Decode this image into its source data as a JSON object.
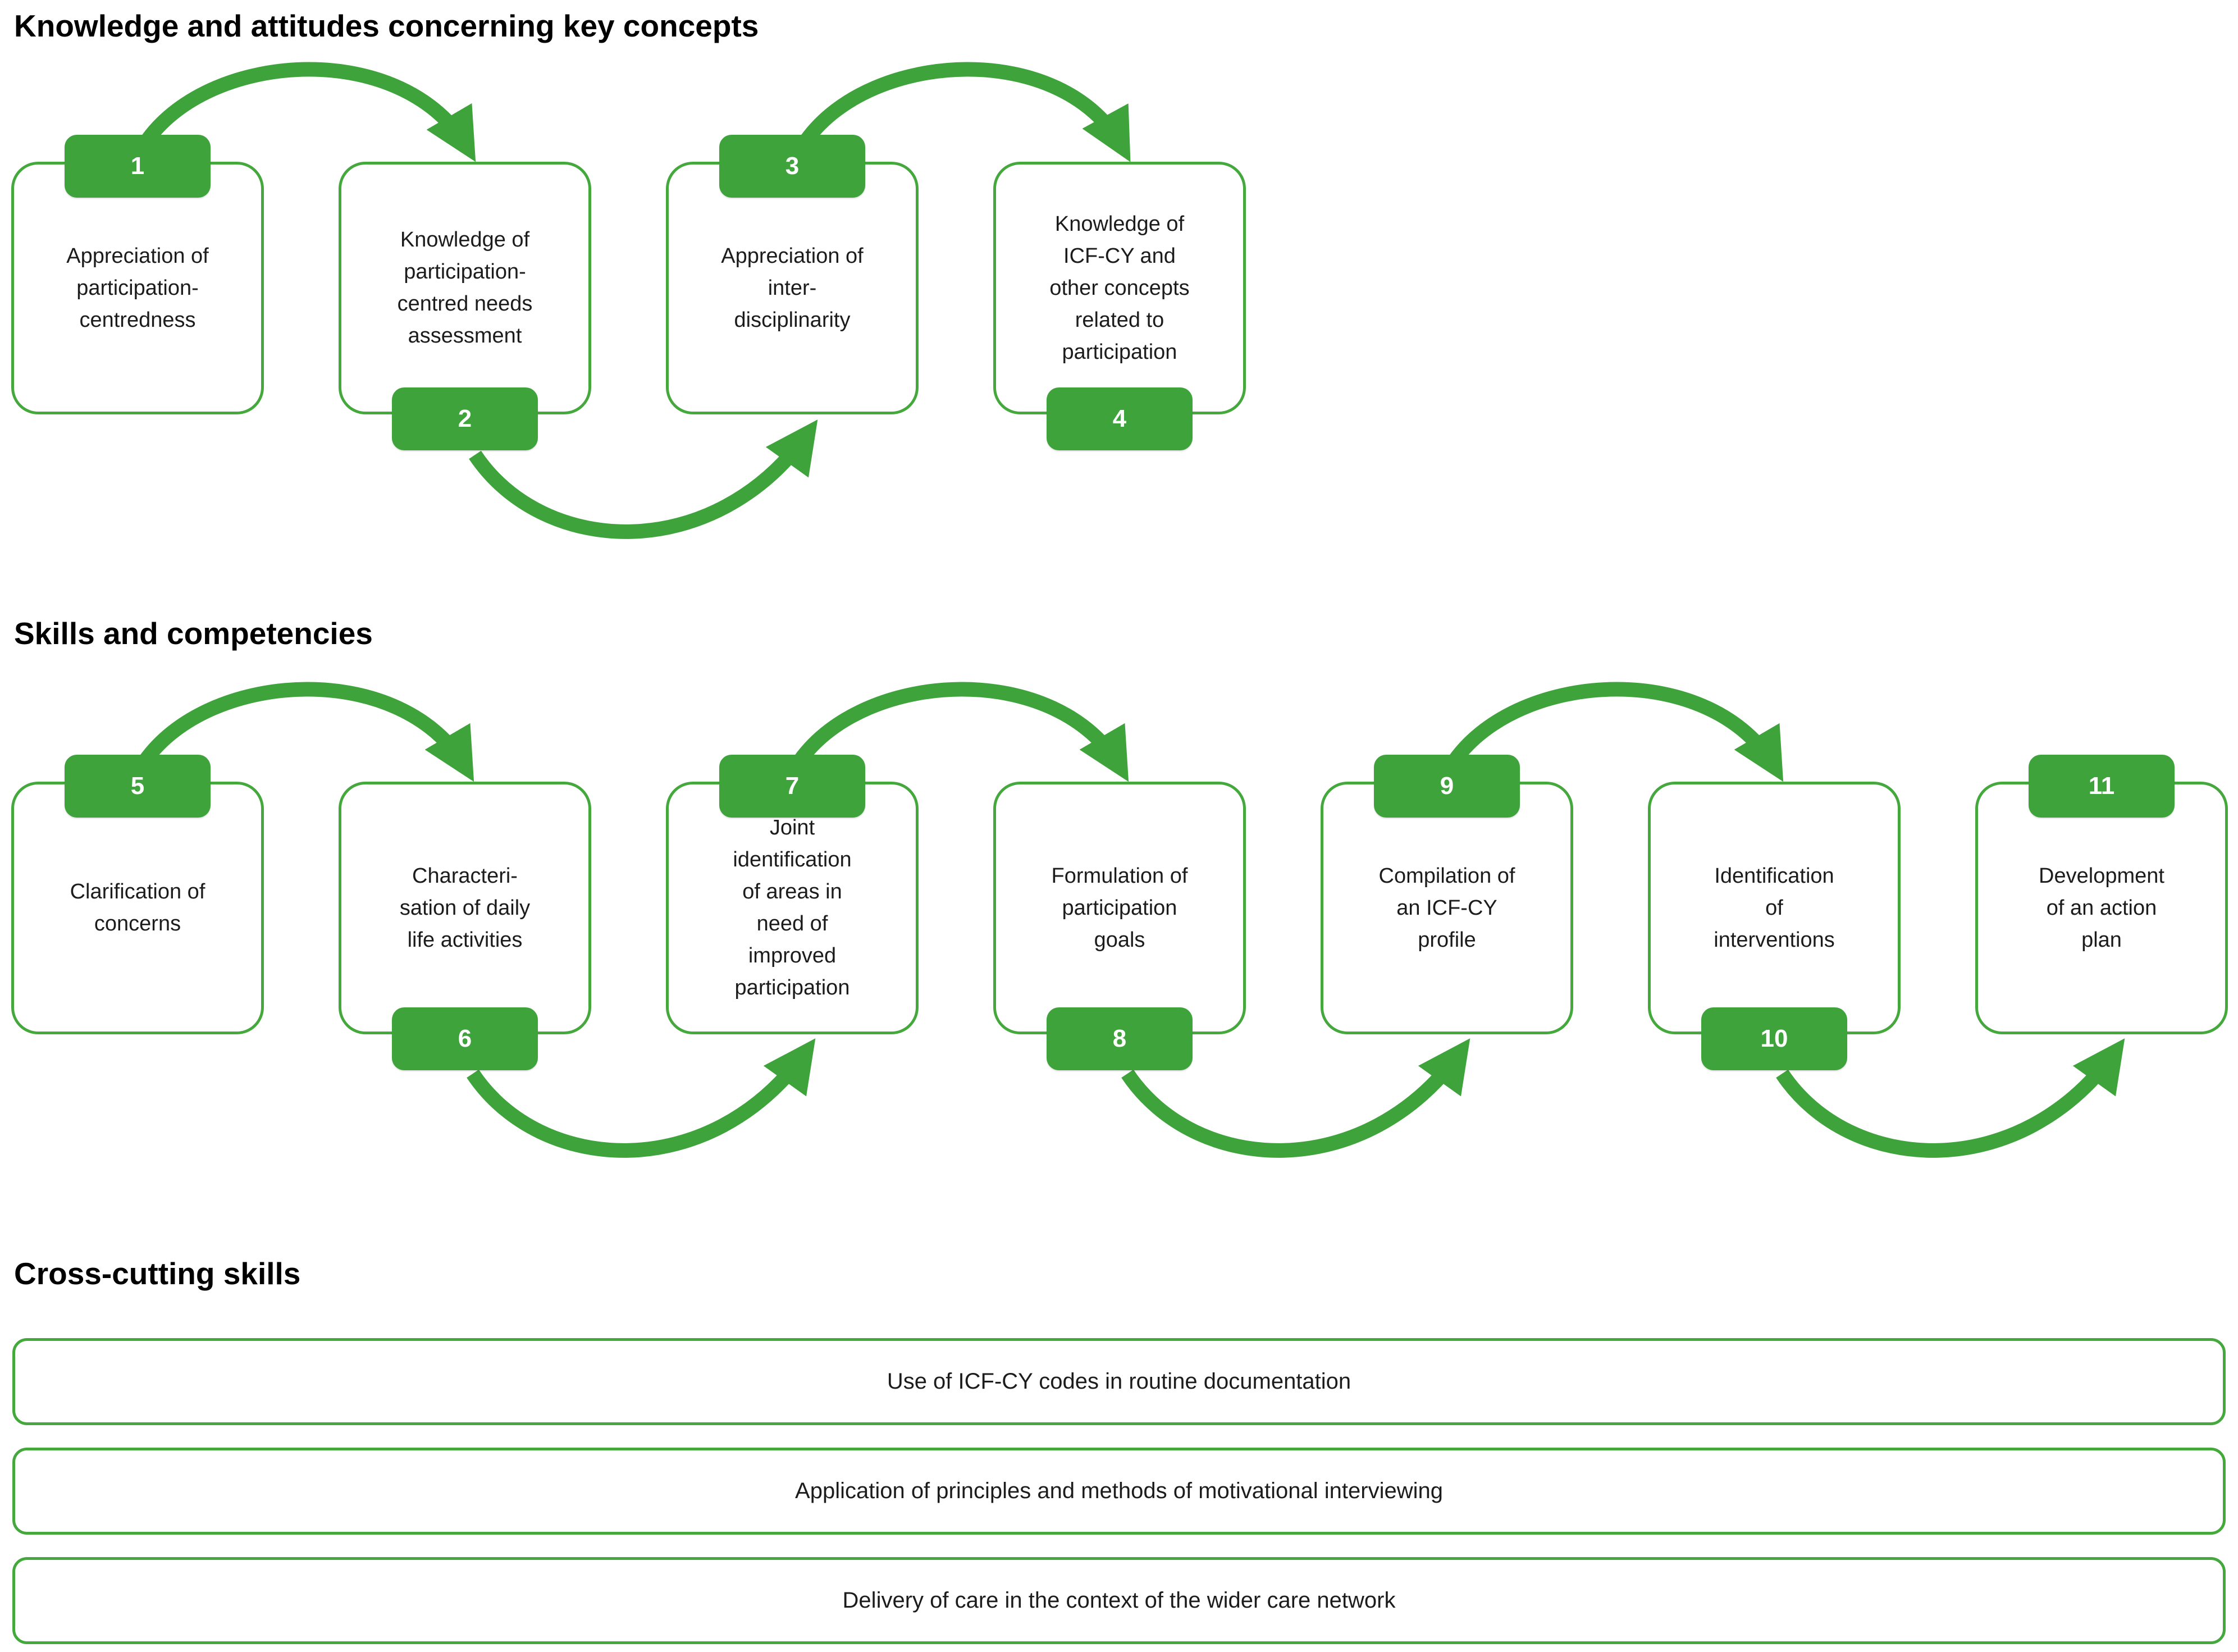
{
  "colors": {
    "green": "#3fa33c",
    "green_border": "#45a83d",
    "text": "#1c1c1c",
    "badge_text": "#ffffff"
  },
  "sections": {
    "knowledge": {
      "title": "Knowledge and attitudes concerning key concepts",
      "boxes": [
        {
          "num": "1",
          "label": "Appreciation of\nparticipation-\ncentredness"
        },
        {
          "num": "2",
          "label": "Knowledge of\nparticipation-\ncentred needs\nassessment"
        },
        {
          "num": "3",
          "label": "Appreciation of\ninter-\ndisciplinarity"
        },
        {
          "num": "4",
          "label": "Knowledge of\nICF-CY and\nother concepts\nrelated to\nparticipation"
        }
      ]
    },
    "skills": {
      "title": "Skills and competencies",
      "boxes": [
        {
          "num": "5",
          "label": "Clarification of\nconcerns"
        },
        {
          "num": "6",
          "label": "Characteri-\nsation of daily\nlife activities"
        },
        {
          "num": "7",
          "label": "Joint\nidentification\nof areas in\nneed of\nimproved\nparticipation"
        },
        {
          "num": "8",
          "label": "Formulation of\nparticipation\ngoals"
        },
        {
          "num": "9",
          "label": "Compilation of\nan ICF-CY\nprofile"
        },
        {
          "num": "10",
          "label": "Identification\nof\ninterventions"
        },
        {
          "num": "11",
          "label": "Development\nof an action\nplan"
        }
      ]
    },
    "cross_cutting": {
      "title": "Cross-cutting skills",
      "bars": [
        "Use of ICF-CY codes in routine documentation",
        "Application of principles and methods of motivational interviewing",
        "Delivery of care in the context of the wider care network"
      ]
    }
  }
}
